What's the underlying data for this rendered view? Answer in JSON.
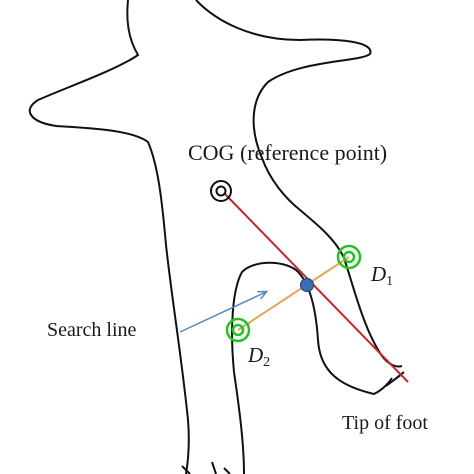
{
  "labels": {
    "reference_point": "COG (reference point)",
    "search_line": "Search line",
    "tip_of_foot": "Tip of foot",
    "d1_letter": "D",
    "d1_sub": "1",
    "d2_letter": "D",
    "d2_sub": "2"
  },
  "colors": {
    "outline": "#111111",
    "reference_line": "#c0282c",
    "search_segment": "#e8a25a",
    "marker_ring": "#22c422",
    "intersection_dot": "#3a6fb5",
    "arrow": "#5b88b8"
  }
}
